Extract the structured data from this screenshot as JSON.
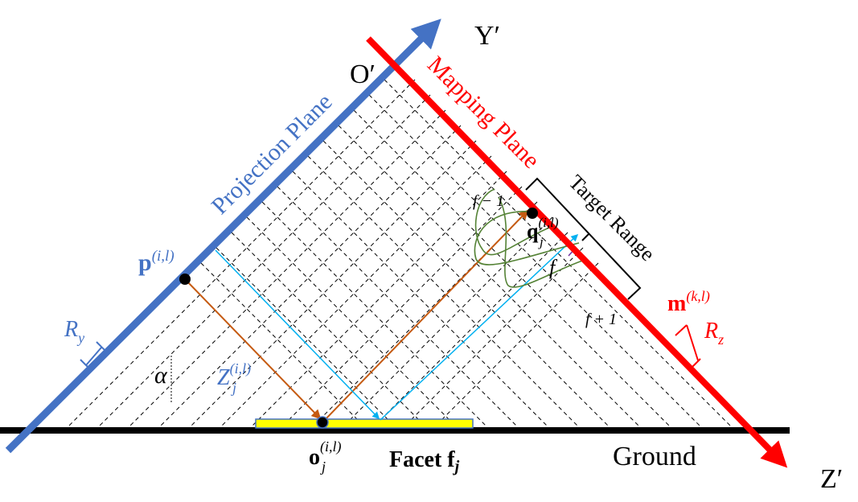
{
  "colors": {
    "projection_plane": "#4472C4",
    "mapping_plane": "#FF0000",
    "ground": "#000000",
    "facet_fill": "#FFFF00",
    "facet_stroke": "#4472C4",
    "orange_ray": "#C55A11",
    "cyan_ray": "#00B0F0",
    "curve_green": "#548235",
    "grid": "#000000",
    "point": "#000000"
  },
  "labels": {
    "y_axis": "Y′",
    "z_axis": "Z′",
    "origin": "O′",
    "projection_plane": "Projection Plane",
    "mapping_plane": "Mapping Plane",
    "target_range": "Target Range",
    "ground": "Ground",
    "facet": "Facet f",
    "facet_sub": "j",
    "alpha": "α",
    "f_minus": "f − 1",
    "f": "f",
    "f_plus": "f + 1",
    "p_main": "p",
    "p_sup": "(i,l)",
    "q_main": "q",
    "q_sup": "(i,l)",
    "q_sub": "j",
    "m_main": "m",
    "m_sup": "(k,l)",
    "o_main": "o",
    "o_sup": "(i,l)",
    "o_sub": "j",
    "z_main": "Z",
    "z_sup": "(i,l)",
    "z_sub": "j",
    "ry_main": "R",
    "ry_sub": "y",
    "rz_main": "R",
    "rz_sub": "z"
  }
}
